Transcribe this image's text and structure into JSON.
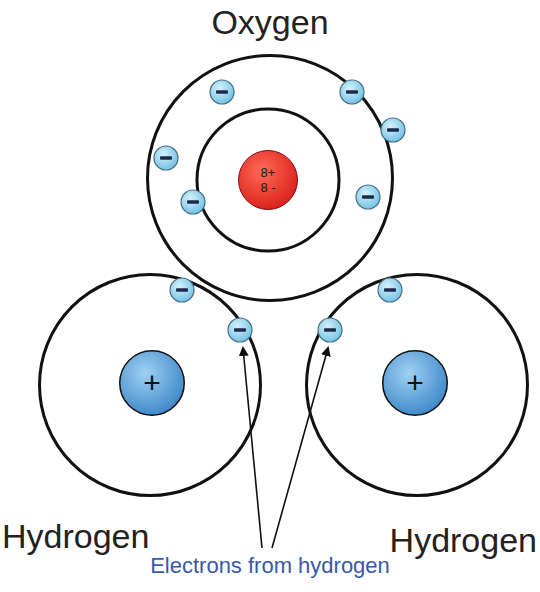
{
  "diagram": {
    "nodes": [
      {
        "text": [
          "Oxygen"
        ]
      },
      {
        "text": [
          "8+",
          "8 -"
        ],
        "in": 0
      },
      {
        "text": [
          "Hydrogen"
        ]
      },
      {
        "text": [
          "+"
        ],
        "in": 2
      },
      {
        "text": [
          "Hydrogen"
        ]
      },
      {
        "text": [
          "+"
        ],
        "in": 4
      }
    ],
    "labels": [
      "Electrons from hydrogen"
    ]
  }
}
